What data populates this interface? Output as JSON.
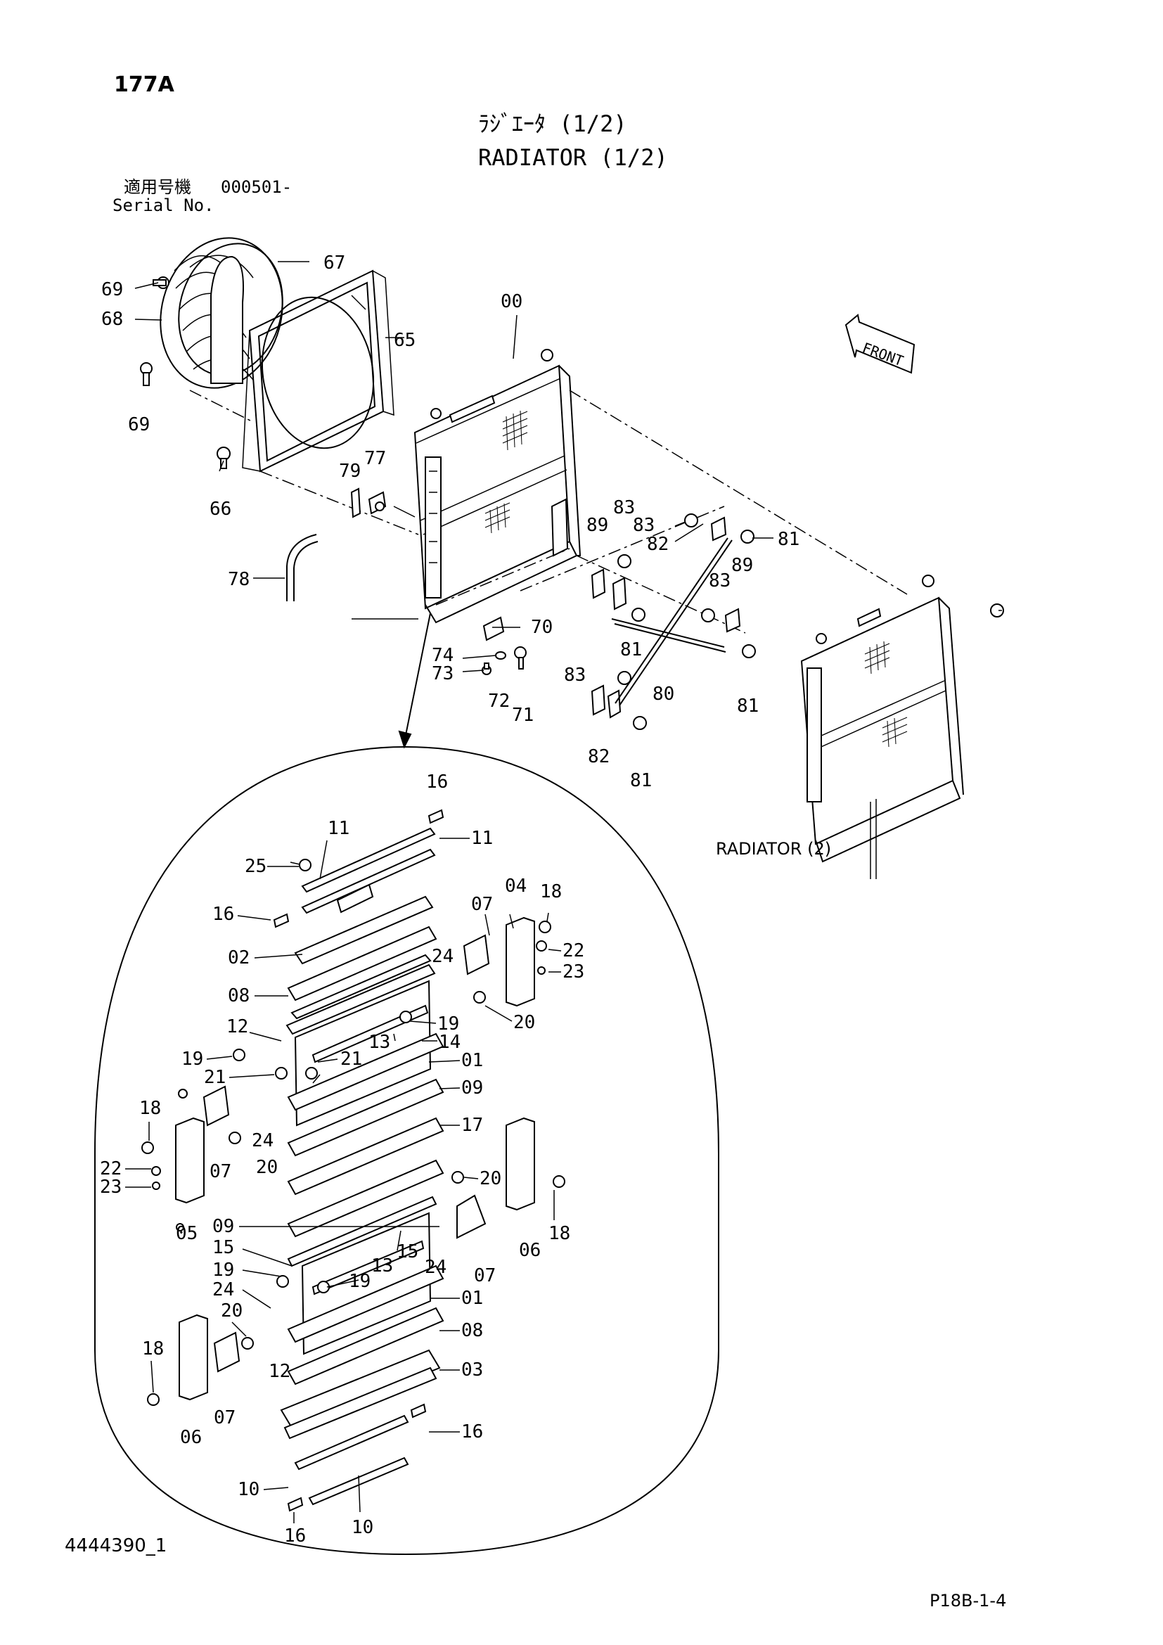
{
  "header": {
    "page_id": "177A",
    "title_jp": "ﾗｼﾞｴｰﾀ (1/2)",
    "title_en": "RADIATOR (1/2)",
    "serial_jp_label": "適用号機",
    "serial_value": "000501-",
    "serial_en_label": "Serial No."
  },
  "callouts": {
    "c67": "67",
    "c69a": "69",
    "c68": "68",
    "c69b": "69",
    "c65": "65",
    "c00": "00",
    "c66": "66",
    "c79": "79",
    "c77": "77",
    "c78": "78",
    "c70": "70",
    "c74": "74",
    "c73": "73",
    "c72": "72",
    "c71": "71",
    "c89a": "89",
    "c83a": "83",
    "c83b": "83",
    "c82a": "82",
    "c81a": "81",
    "c83c": "83",
    "c89b": "89",
    "c81b": "81",
    "c83d": "83",
    "c80": "80",
    "c81c": "81",
    "c82b": "82",
    "c81d": "81",
    "radiator2": "RADIATOR (2)",
    "d16a": "16",
    "d11a": "11",
    "d11b": "11",
    "d25": "25",
    "d16b": "16",
    "d02": "02",
    "d08a": "08",
    "d07a": "07",
    "d04": "04",
    "d18a": "18",
    "d22a": "22",
    "d23a": "23",
    "d24a": "24",
    "d20a": "20",
    "d19a": "19",
    "d12a": "12",
    "d13a": "13",
    "d14": "14",
    "d01a": "01",
    "d19b": "19",
    "d21a": "21",
    "d21b": "21",
    "d09a": "09",
    "d18b": "18",
    "d24b": "24",
    "d17": "17",
    "d07b": "07",
    "d20b": "20",
    "d22b": "22",
    "d23b": "23",
    "d05": "05",
    "d20c": "20",
    "d18c": "18",
    "d06a": "06",
    "d07c": "07",
    "d09b": "09",
    "d15a": "15",
    "d15b": "15",
    "d24c": "24",
    "d19c": "19",
    "d13b": "13",
    "d19d": "19",
    "d24d": "24",
    "d01b": "01",
    "d20d": "20",
    "d08b": "08",
    "d18d": "18",
    "d12b": "12",
    "d03": "03",
    "d07d": "07",
    "d06b": "06",
    "d16c": "16",
    "d10a": "10",
    "d10b": "10",
    "d16d": "16"
  },
  "front_label": "FRONT",
  "footer": {
    "doc_no": "4444390_1",
    "page_code": "P18B-1-4"
  }
}
